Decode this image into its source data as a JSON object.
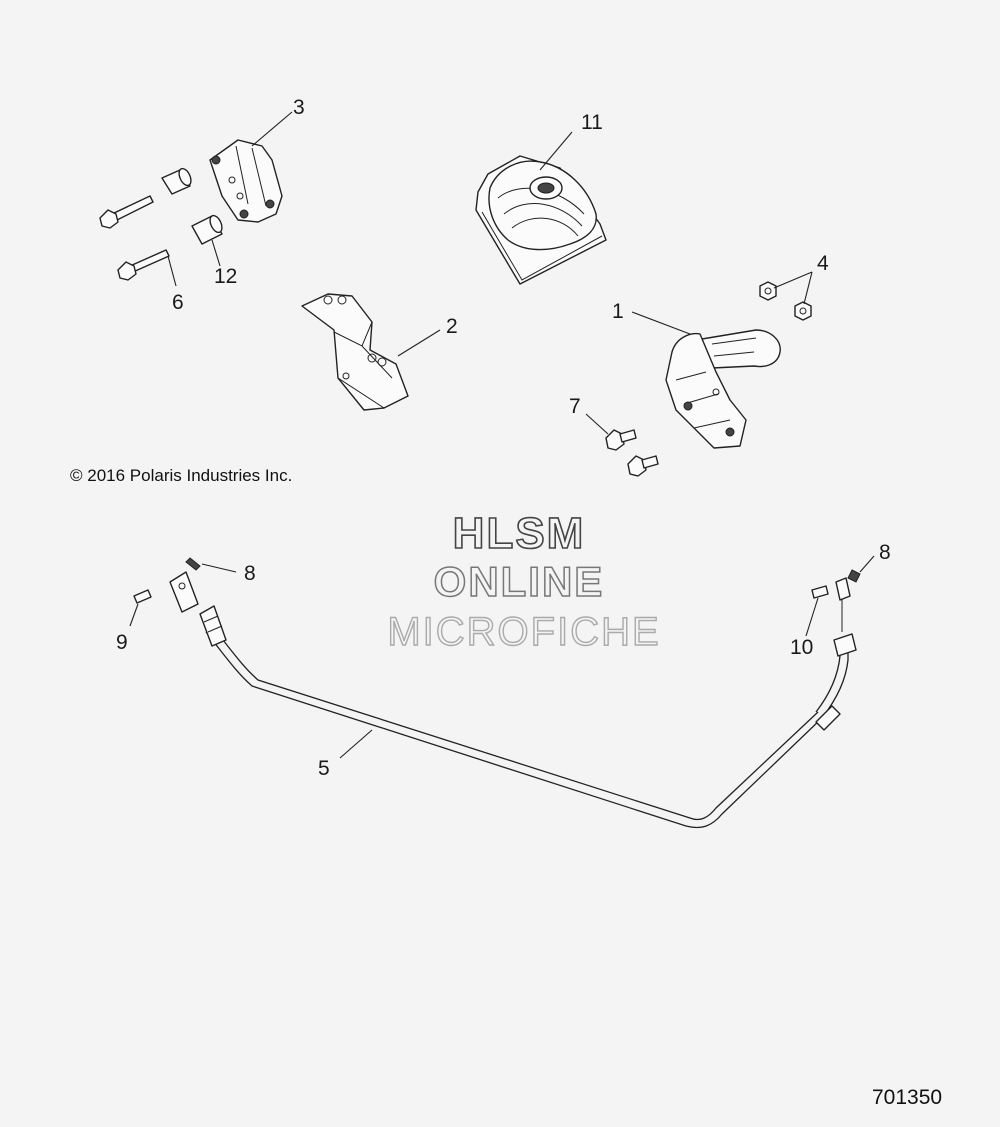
{
  "diagram": {
    "copyright": "© 2016  Polaris Industries Inc.",
    "document_number": "701350",
    "watermark": [
      "HLSM",
      "ONLINE",
      "MICROFICHE"
    ],
    "callouts": {
      "c1": "1",
      "c2": "2",
      "c3": "3",
      "c4": "4",
      "c5": "5",
      "c6": "6",
      "c7": "7",
      "c8a": "8",
      "c8b": "8",
      "c9": "9",
      "c10": "10",
      "c11": "11",
      "c12": "12"
    }
  }
}
